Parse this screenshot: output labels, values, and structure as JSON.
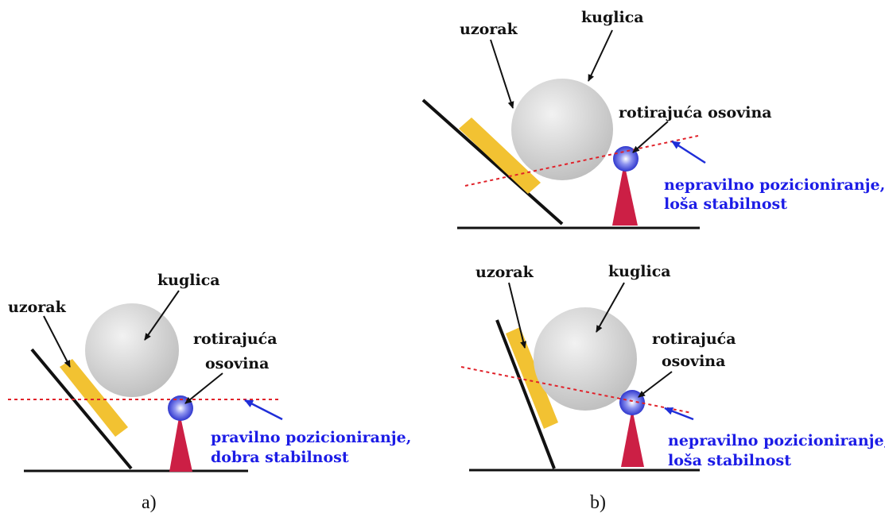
{
  "colors": {
    "sample": "#f2c232",
    "ball": "#d6d6d6",
    "axle": "#2d35e0",
    "support": "#cc1f45",
    "dashed_line": "#e0222a",
    "note_text": "#1c1ce6",
    "note_arrow": "#1f2ed8",
    "ink": "#111111"
  },
  "panel_a": {
    "sample_label": "uzorak",
    "ball_label": "kuglica",
    "axle_label_line1": "rotirajuća",
    "axle_label_line2": "osovina",
    "note_line1": "pravilno pozicioniranje,",
    "note_line2": "dobra stabilnost",
    "caption": "a)"
  },
  "panel_b_top": {
    "sample_label": "uzorak",
    "ball_label": "kuglica",
    "axle_label": "rotirajuća osovina",
    "note_line1": "nepravilno pozicioniranje,",
    "note_line2": "loša stabilnost"
  },
  "panel_b_bottom": {
    "sample_label": "uzorak",
    "ball_label": "kuglica",
    "axle_label_line1": "rotirajuća",
    "axle_label_line2": "osovina",
    "note_line1": "nepravilno pozicioniranje,",
    "note_line2": "loša stabilnost",
    "caption": "b)"
  }
}
